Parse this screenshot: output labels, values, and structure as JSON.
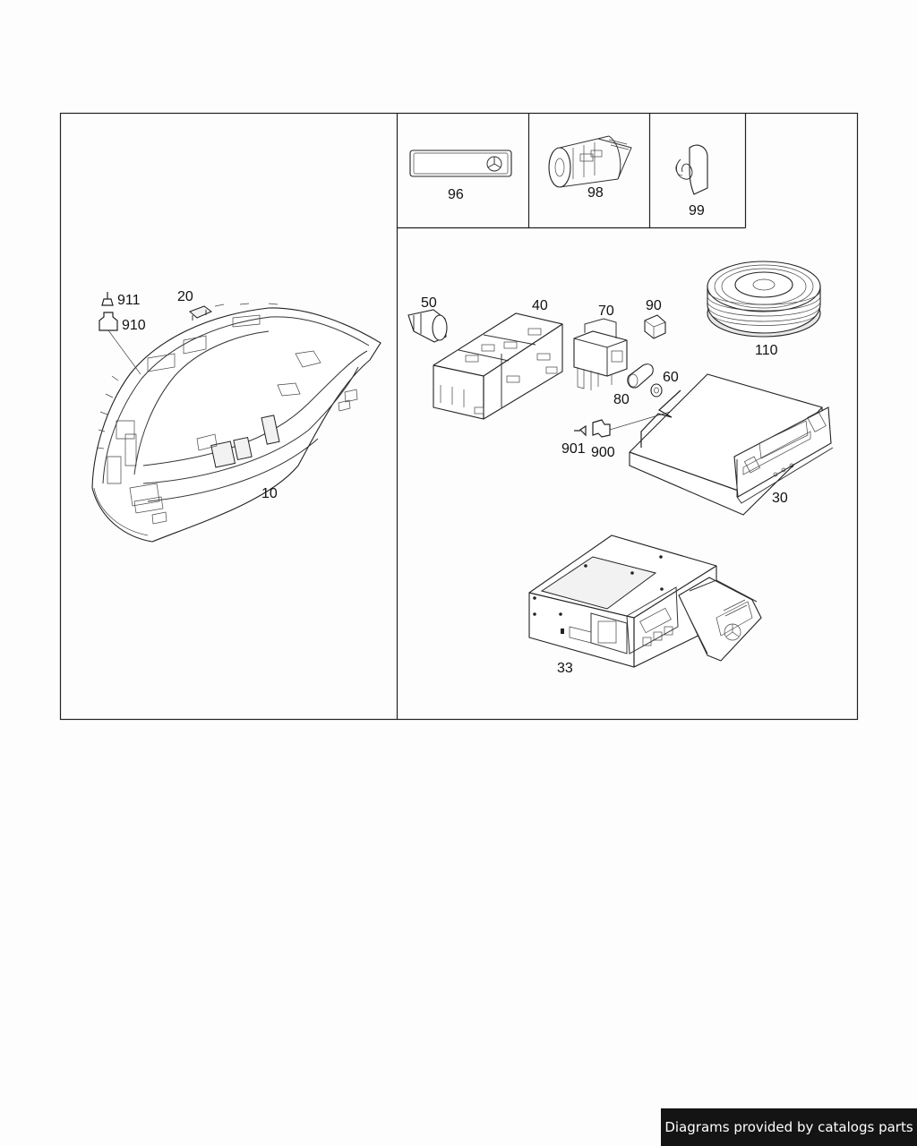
{
  "labels": {
    "p10": "10",
    "p20": "20",
    "p910": "910",
    "p911": "911",
    "p96": "96",
    "p98": "98",
    "p99": "99",
    "p50": "50",
    "p40": "40",
    "p70": "70",
    "p90": "90",
    "p110": "110",
    "p60": "60",
    "p80": "80",
    "p901": "901",
    "p900": "900",
    "p30": "30",
    "p33": "33"
  },
  "credit": "Diagrams provided by catalogs parts"
}
